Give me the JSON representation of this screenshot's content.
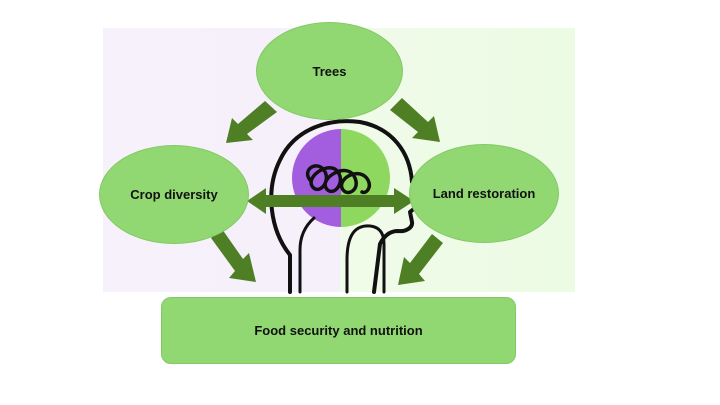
{
  "nodes": {
    "trees": "Trees",
    "crop_diversity": "Crop diversity",
    "land_restoration": "Land restoration",
    "food_security": "Food security and nutrition"
  },
  "colors": {
    "node_fill": "#92d872",
    "arrow": "#4f7f25",
    "head_purple": "#a35ee0",
    "head_green": "#8fd85f",
    "outline": "#111111"
  },
  "icons": {
    "center": "head-profile-icon"
  }
}
